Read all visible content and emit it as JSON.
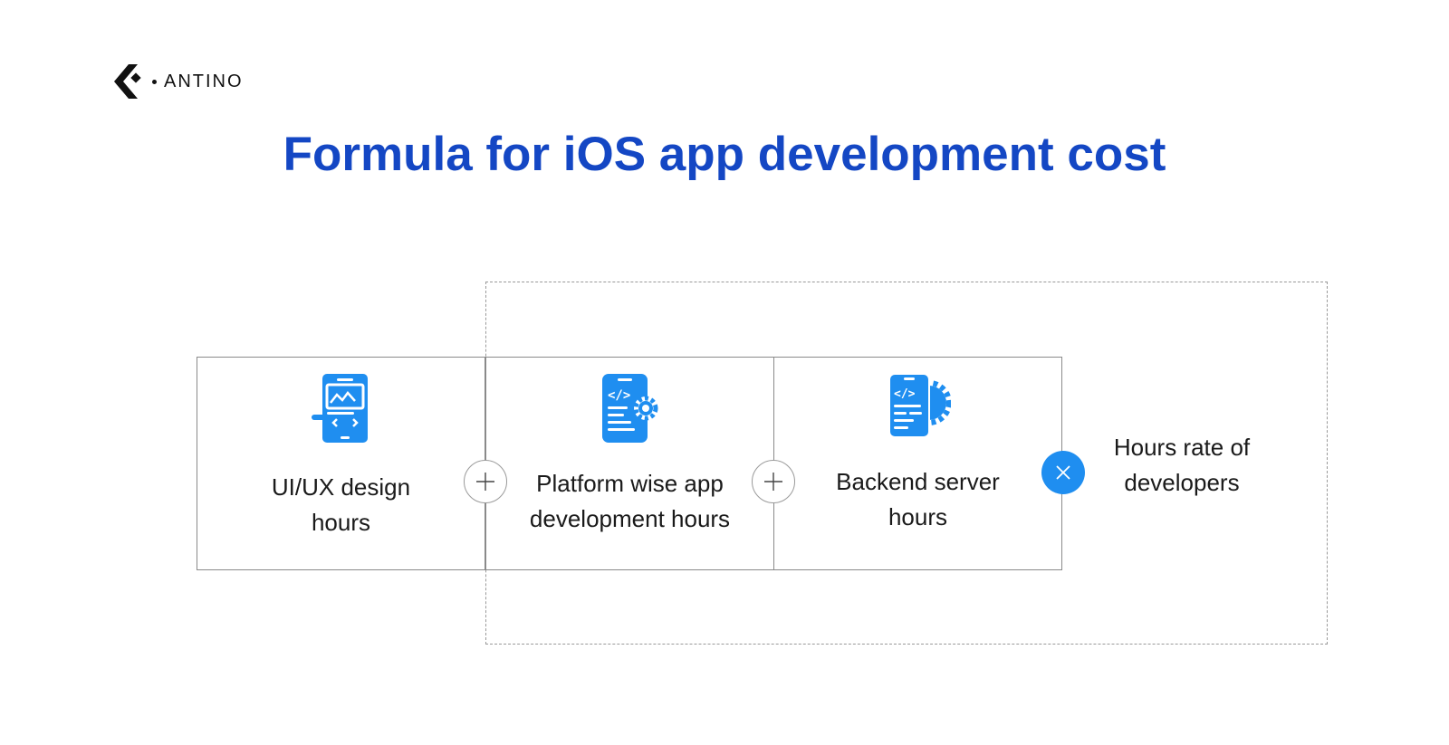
{
  "brand": {
    "name": "ANTINO"
  },
  "title": "Formula for iOS app development cost",
  "colors": {
    "title": "#1447c4",
    "icon": "#1f8ef0",
    "text": "#1a1a1a",
    "border": "#8a8a8a"
  },
  "formula": {
    "terms": [
      {
        "label_line1": "UI/UX design",
        "label_line2": "hours",
        "icon": "mobile-design-icon"
      },
      {
        "label_line1": "Platform wise app",
        "label_line2": "development hours",
        "icon": "mobile-code-gear-icon"
      },
      {
        "label_line1": "Backend server",
        "label_line2": "hours",
        "icon": "server-code-gear-icon"
      }
    ],
    "operators": [
      "+",
      "+",
      "×"
    ],
    "multiplier": {
      "label_line1": "Hours rate of",
      "label_line2": "developers"
    }
  }
}
